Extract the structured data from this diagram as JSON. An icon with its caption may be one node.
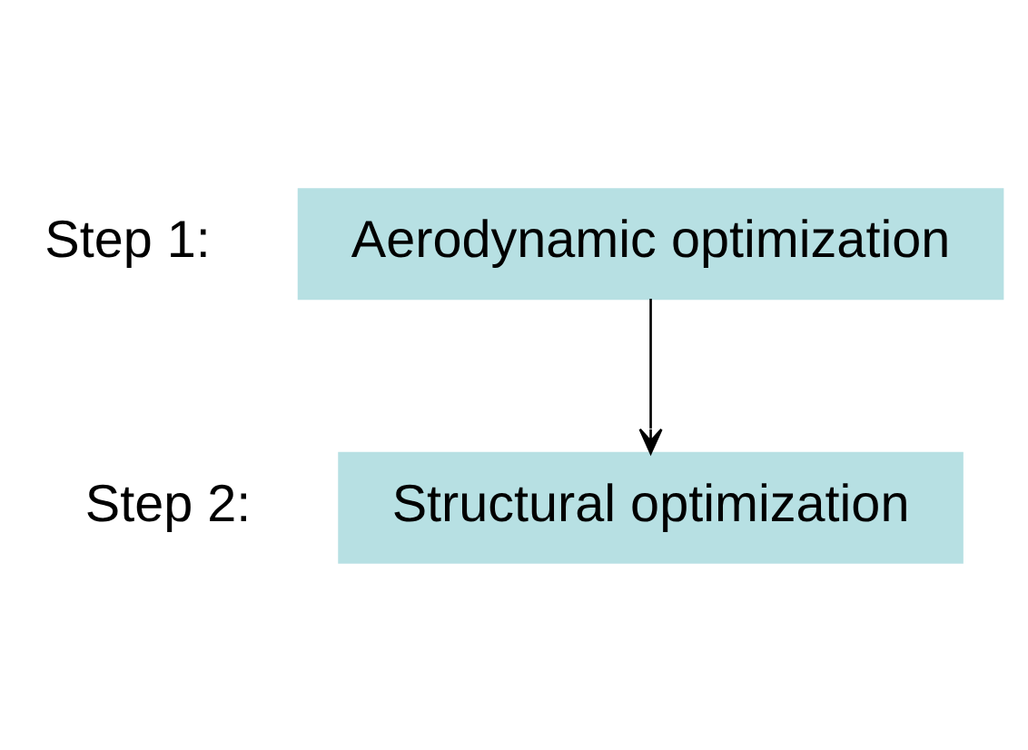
{
  "diagram": {
    "nodes": [
      {
        "text": [
          "Aerodynamic optimization"
        ],
        "beside": [
          "Step 1:"
        ]
      },
      {
        "text": [
          "Structural optimization"
        ],
        "beside": [
          "Step 2:"
        ]
      }
    ],
    "edges": [
      {
        "from": 0,
        "to": 1,
        "arrow": "to"
      }
    ]
  }
}
